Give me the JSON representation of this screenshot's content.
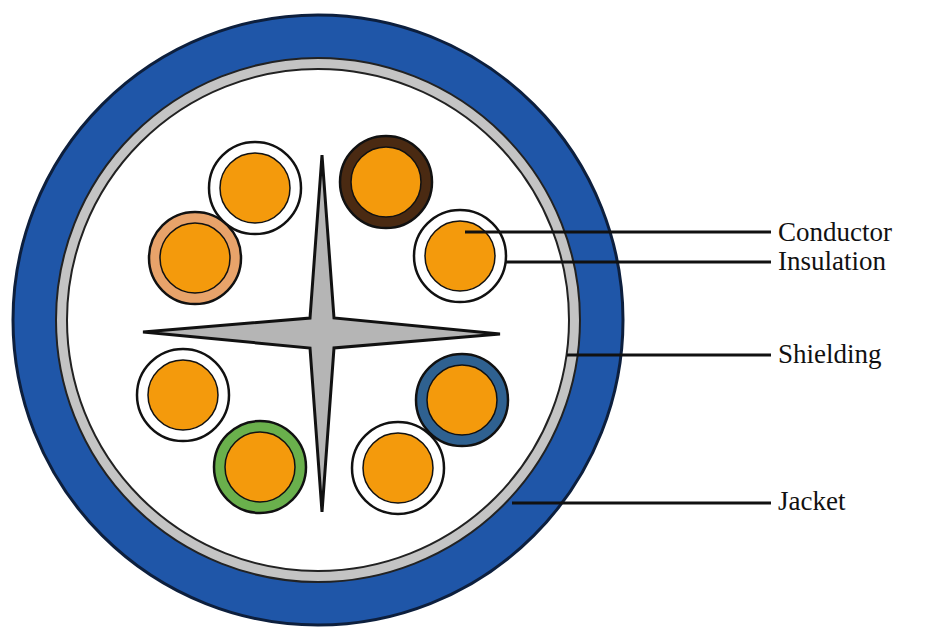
{
  "diagram": {
    "labels": [
      "Conductor",
      "Insulation",
      "Shielding",
      "Jacket"
    ]
  }
}
